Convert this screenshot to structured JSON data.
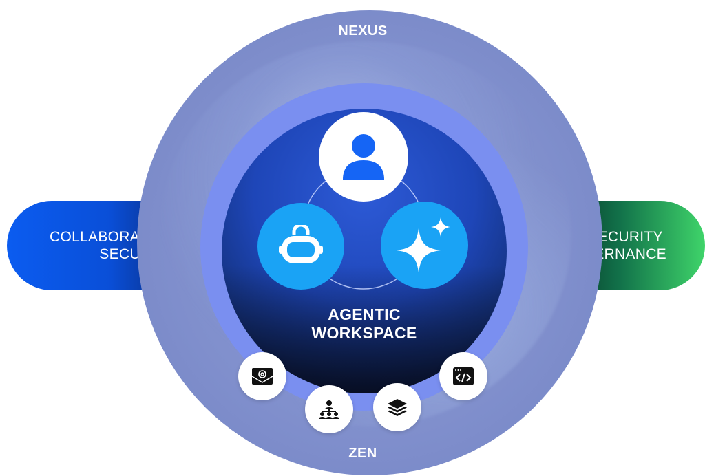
{
  "labels": {
    "outer_top": "NEXUS",
    "outer_bottom": "ZEN",
    "center_line1": "AGENTIC",
    "center_line2": "WORKSPACE",
    "left_line1": "COLLABORATION",
    "left_line2": "SECURITY",
    "right_line1": "DATA SECURITY",
    "right_line2": "& GOVERNANCE"
  },
  "icons": {
    "top": "user-icon",
    "left": "robot-icon",
    "right": "sparkle-icon",
    "bottom": [
      "email-icon",
      "org-chart-icon",
      "layers-icon",
      "code-icon"
    ]
  },
  "colors": {
    "outer_ring": "#8190cd",
    "middle_ring": "#7a8ff0",
    "inner_core": "#1e46b8",
    "accent_blue": "#0d6efd",
    "bright_blue": "#1aa3f5",
    "left_pill": "#0b5cf0",
    "right_pill": "#3fd46a"
  }
}
